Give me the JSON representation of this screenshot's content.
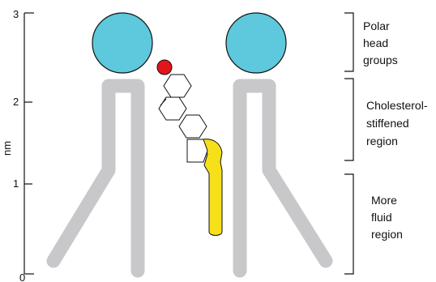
{
  "axis": {
    "unit": "nm",
    "ticks": [
      "3",
      "2",
      "1",
      "0"
    ]
  },
  "regions": [
    {
      "lines": [
        "Polar",
        "head",
        "groups"
      ]
    },
    {
      "lines": [
        "Cholesterol-",
        "stiffened",
        "region"
      ]
    },
    {
      "lines": [
        "More",
        "fluid",
        "region"
      ]
    }
  ],
  "colors": {
    "head_group": "#5ec8dc",
    "tail": "#c8c8ca",
    "cholesterol_tail": "#f5e01a",
    "hydroxyl": "#e3141b",
    "outline": "#111111"
  }
}
